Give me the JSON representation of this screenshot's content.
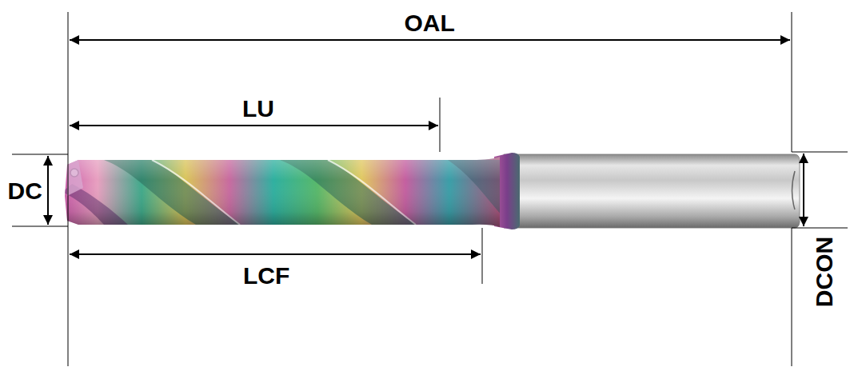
{
  "diagram": {
    "labels": [
      "OAL",
      "LU",
      "DC",
      "LCF",
      "DCON"
    ]
  }
}
